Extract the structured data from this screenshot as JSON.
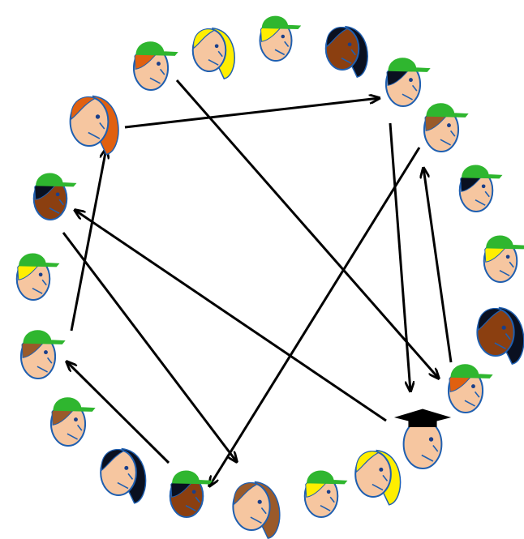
{
  "colors": {
    "skin": "#f6c6a0",
    "outline": "#1f5fb0",
    "cap": "#2fb62f",
    "arrow": "#000000",
    "hair_orange": "#e06010",
    "hair_yellow": "#ffee00",
    "hair_brown": "#9a5a2a",
    "hair_dark": "#0a1020",
    "skin_dark": "#8b3f10",
    "mortarboard": "#000000"
  },
  "faces": [
    {
      "id": "face-1",
      "cap": true,
      "hair": "orange",
      "style": "boy",
      "skin": "light"
    },
    {
      "id": "face-2",
      "cap": false,
      "hair": "yellow",
      "style": "girl",
      "skin": "light"
    },
    {
      "id": "face-3",
      "cap": true,
      "hair": "yellow",
      "style": "boy",
      "skin": "light"
    },
    {
      "id": "face-4",
      "cap": false,
      "hair": "dark",
      "style": "girl",
      "skin": "dark"
    },
    {
      "id": "face-5",
      "cap": true,
      "hair": "dark",
      "style": "boy",
      "skin": "light"
    },
    {
      "id": "face-6",
      "cap": true,
      "hair": "brown",
      "style": "boy",
      "skin": "light"
    },
    {
      "id": "face-7",
      "cap": true,
      "hair": "dark",
      "style": "boy",
      "skin": "light"
    },
    {
      "id": "face-8",
      "cap": true,
      "hair": "yellow",
      "style": "boy",
      "skin": "light"
    },
    {
      "id": "face-9",
      "cap": false,
      "hair": "dark",
      "style": "girl",
      "skin": "dark"
    },
    {
      "id": "face-10",
      "cap": true,
      "hair": "orange",
      "style": "boy",
      "skin": "light"
    },
    {
      "id": "teacher",
      "cap": false,
      "hair": "none",
      "style": "teacher",
      "skin": "light"
    },
    {
      "id": "face-12",
      "cap": false,
      "hair": "yellow",
      "style": "girl",
      "skin": "light"
    },
    {
      "id": "face-13",
      "cap": true,
      "hair": "yellow",
      "style": "boy",
      "skin": "light"
    },
    {
      "id": "face-14",
      "cap": false,
      "hair": "brown",
      "style": "girl",
      "skin": "light"
    },
    {
      "id": "face-15",
      "cap": true,
      "hair": "dark",
      "style": "boy",
      "skin": "dark"
    },
    {
      "id": "face-16",
      "cap": false,
      "hair": "dark",
      "style": "girl",
      "skin": "light"
    },
    {
      "id": "face-17",
      "cap": true,
      "hair": "brown",
      "style": "boy",
      "skin": "light"
    },
    {
      "id": "face-18",
      "cap": true,
      "hair": "brown",
      "style": "boy",
      "skin": "light"
    },
    {
      "id": "face-19",
      "cap": true,
      "hair": "yellow",
      "style": "boy",
      "skin": "light"
    },
    {
      "id": "face-20",
      "cap": true,
      "hair": "dark",
      "style": "boy",
      "skin": "dark"
    },
    {
      "id": "face-21",
      "cap": false,
      "hair": "orange",
      "style": "girl",
      "skin": "light"
    }
  ],
  "arrows": [
    {
      "id": "arrow-21-to-5"
    },
    {
      "id": "arrow-1-to-teacher-side"
    },
    {
      "id": "arrow-5-to-teacher"
    },
    {
      "id": "arrow-6-to-15"
    },
    {
      "id": "arrow-10-to-6"
    },
    {
      "id": "arrow-teacher-to-20"
    },
    {
      "id": "arrow-20-to-14"
    },
    {
      "id": "arrow-15-to-17"
    },
    {
      "id": "arrow-17-to-21"
    }
  ]
}
